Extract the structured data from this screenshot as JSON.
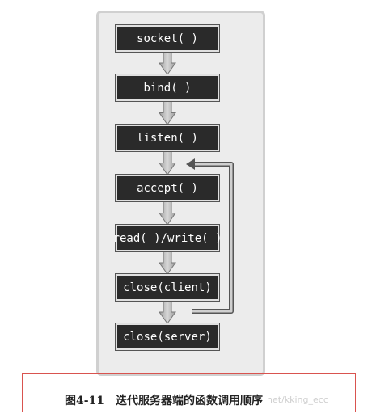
{
  "diagram": {
    "steps": [
      {
        "label": "socket( )"
      },
      {
        "label": "bind( )"
      },
      {
        "label": "listen( )"
      },
      {
        "label": "accept( )"
      },
      {
        "label": "read( )/write( )"
      },
      {
        "label": "close(client)"
      },
      {
        "label": "close(server)"
      }
    ],
    "loop": {
      "from": "close(client)",
      "to": "accept( )"
    }
  },
  "caption": {
    "number": "图4-11",
    "text": "迭代服务器端的函数调用顺序"
  },
  "watermark": "net/kking_ecc"
}
